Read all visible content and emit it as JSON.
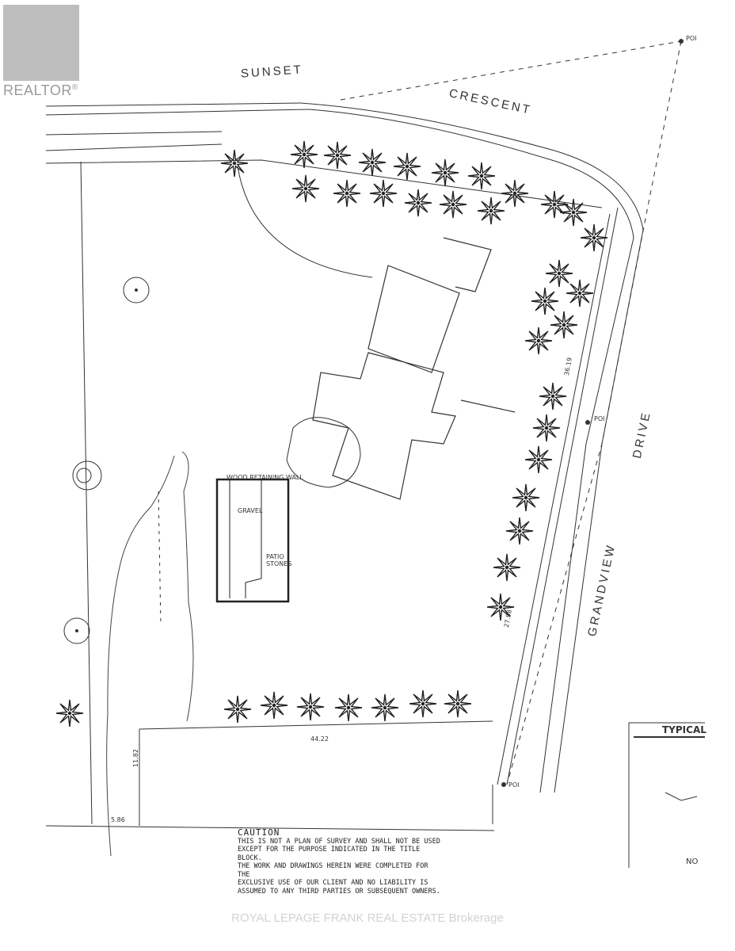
{
  "branding": {
    "logo_text": "REALTOR",
    "logo_mark": "®"
  },
  "watermark": "ROYAL LEPAGE FRANK REAL ESTATE  Brokerage",
  "streets": {
    "north": [
      "SUNSET",
      "CRESCENT"
    ],
    "east": [
      "GRANDVIEW",
      "DRIVE"
    ]
  },
  "labels": {
    "gravel": "GRAVEL",
    "patio": "PATIO\nSTONES",
    "retaining_wall": "WOOD RETAINING WALL",
    "dimension_a": "44.22",
    "dimension_b": "11.82",
    "dimension_c": "5.86",
    "dimension_d": "36.19",
    "dimension_e": "27.98",
    "poi": "POI",
    "typical": "TYPICAL",
    "typical_no": "NO"
  },
  "caution": {
    "title": "CAUTION",
    "lines": [
      "THIS IS NOT A PLAN OF SURVEY AND SHALL NOT BE USED",
      "EXCEPT FOR THE PURPOSE INDICATED IN THE TITLE BLOCK.",
      "THE WORK AND DRAWINGS HEREIN WERE COMPLETED FOR THE",
      "EXCLUSIVE USE OF OUR CLIENT AND NO LIABILITY IS",
      "ASSUMED TO ANY THIRD PARTIES OR SUBSEQUENT OWNERS."
    ]
  }
}
